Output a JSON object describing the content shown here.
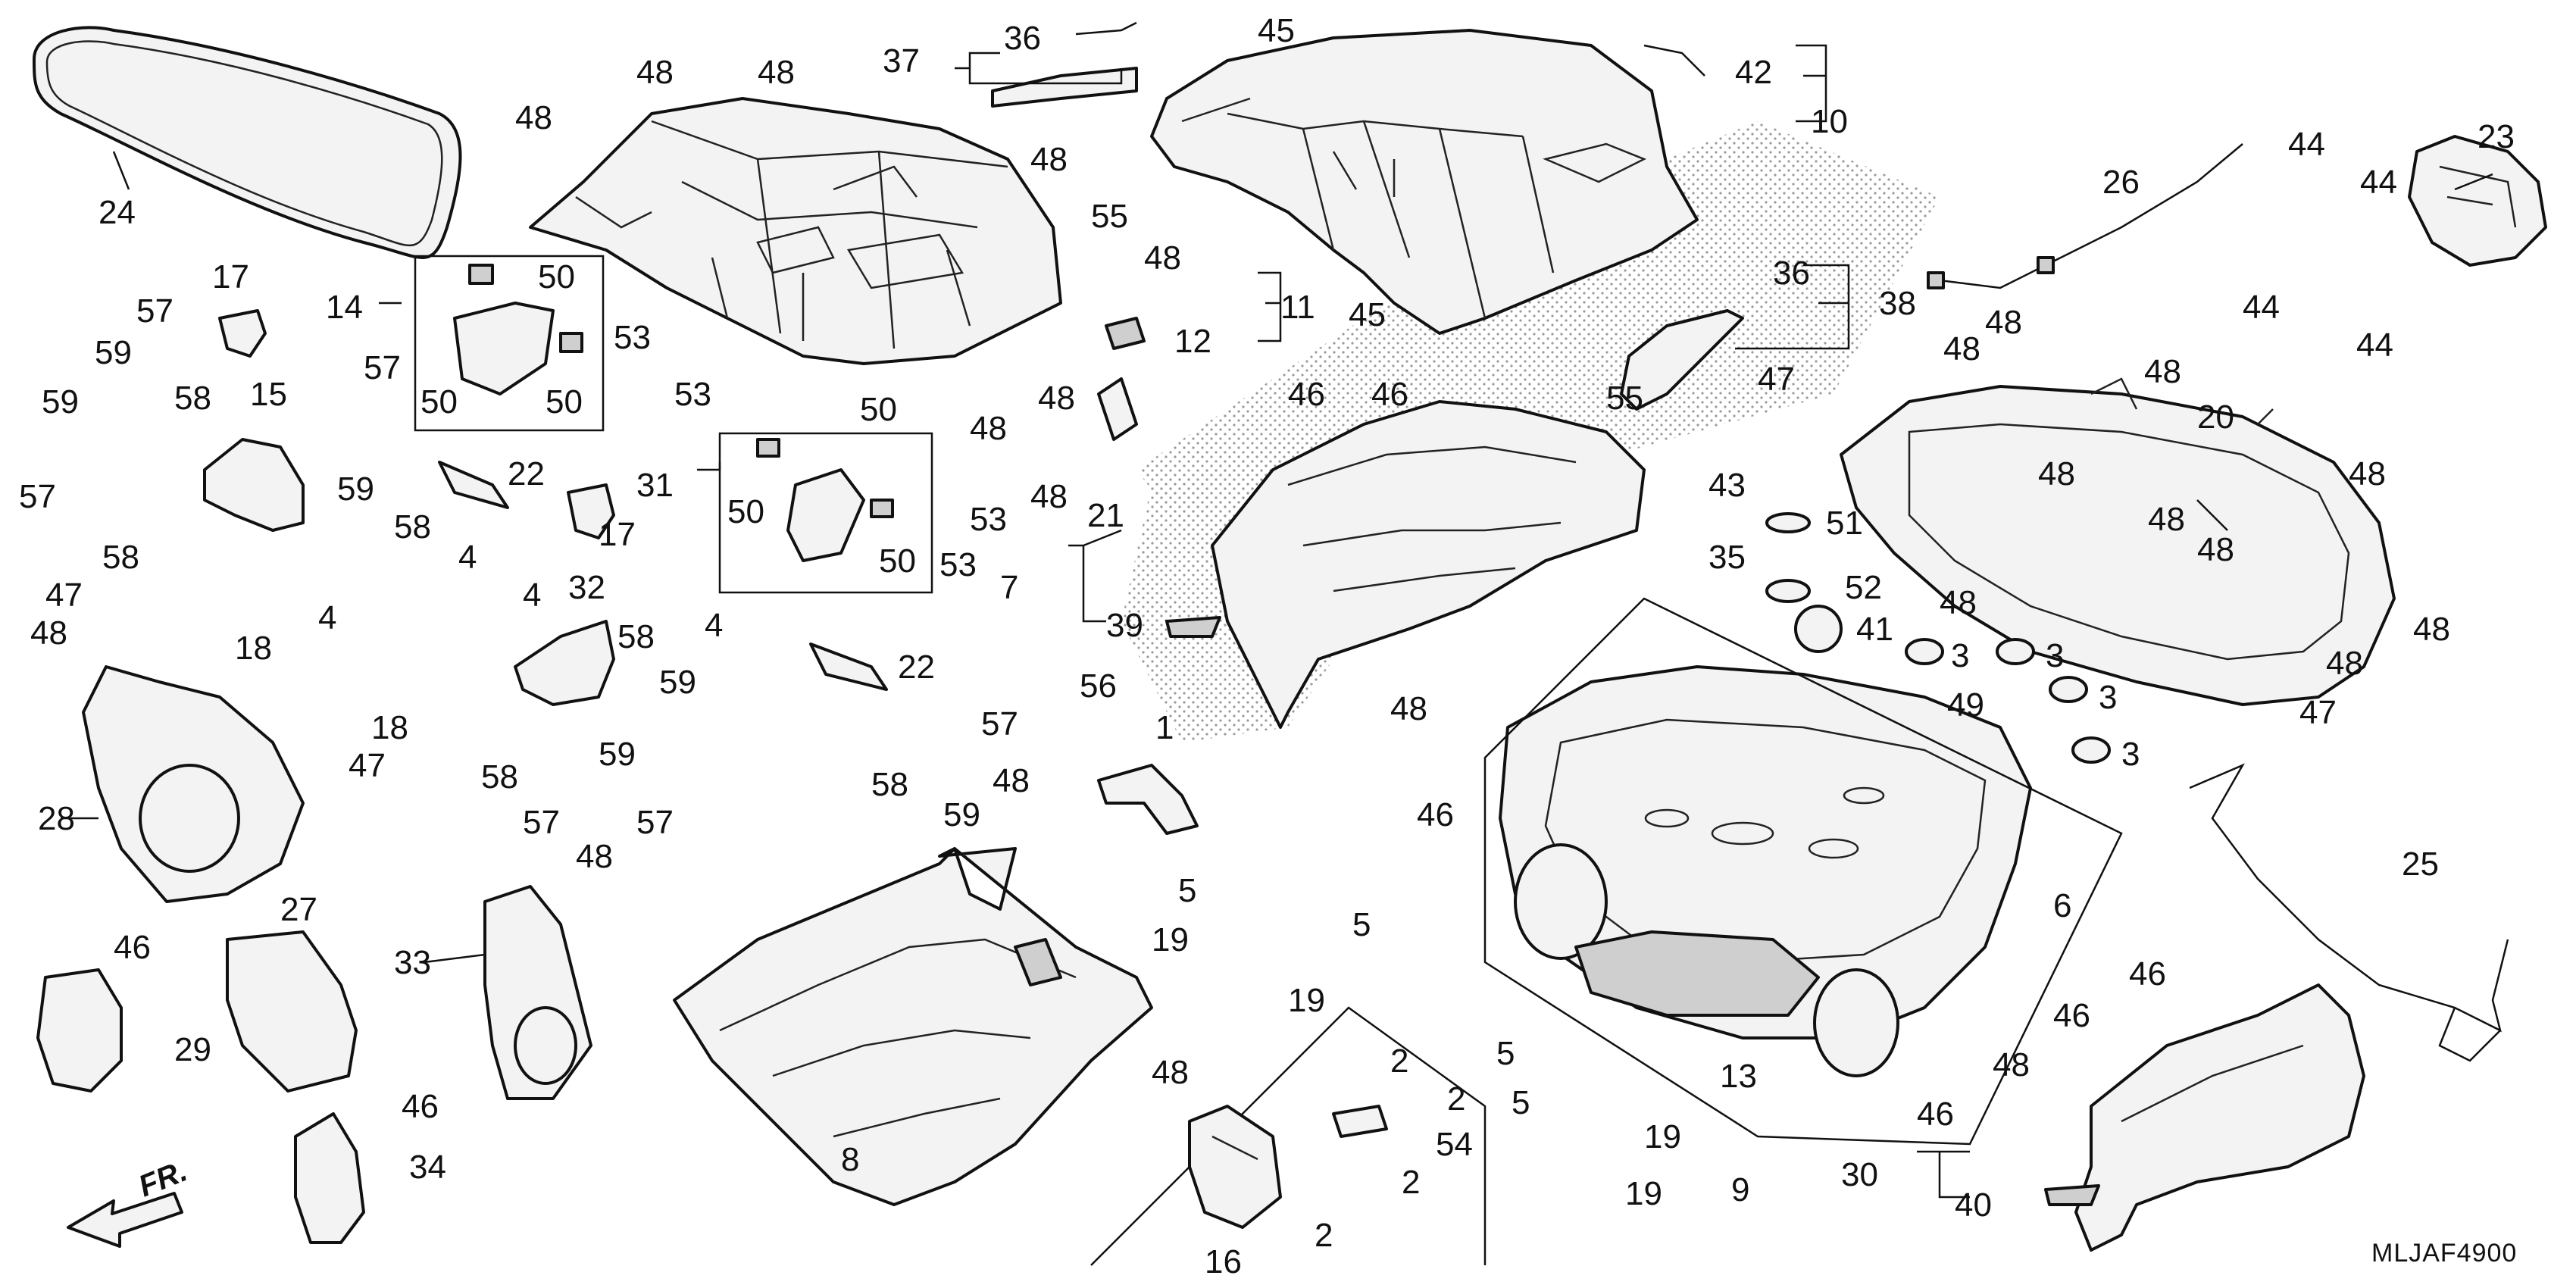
{
  "diagram": {
    "code": "MLJAF4900",
    "front_marker": "FR.",
    "labels": {
      "l1": "1",
      "l2a": "2",
      "l2b": "2",
      "l2c": "2",
      "l2d": "2",
      "l3a": "3",
      "l3b": "3",
      "l3c": "3",
      "l3d": "3",
      "l4a": "4",
      "l4b": "4",
      "l4c": "4",
      "l4d": "4",
      "l5a": "5",
      "l5b": "5",
      "l5c": "5",
      "l5d": "5",
      "l6": "6",
      "l7": "7",
      "l8": "8",
      "l9": "9",
      "l10": "10",
      "l11": "11",
      "l12": "12",
      "l13": "13",
      "l14": "14",
      "l15": "15",
      "l16": "16",
      "l17a": "17",
      "l17b": "17",
      "l18a": "18",
      "l18b": "18",
      "l19a": "19",
      "l19b": "19",
      "l19c": "19",
      "l19d": "19",
      "l20": "20",
      "l21": "21",
      "l22a": "22",
      "l22b": "22",
      "l23": "23",
      "l24": "24",
      "l25": "25",
      "l26": "26",
      "l27": "27",
      "l28": "28",
      "l29": "29",
      "l30": "30",
      "l31": "31",
      "l32": "32",
      "l33": "33",
      "l34": "34",
      "l35": "35",
      "l36a": "36",
      "l36b": "36",
      "l37": "37",
      "l38": "38",
      "l39": "39",
      "l40": "40",
      "l41": "41",
      "l42": "42",
      "l43": "43",
      "l44a": "44",
      "l44b": "44",
      "l44c": "44",
      "l44d": "44",
      "l45a": "45",
      "l45b": "45",
      "l46a": "46",
      "l46b": "46",
      "l46c": "46",
      "l46d": "46",
      "l46e": "46",
      "l46f": "46",
      "l46g": "46",
      "l46h": "46",
      "l47a": "47",
      "l47b": "47",
      "l47c": "47",
      "l47d": "47",
      "l48a": "48",
      "l48b": "48",
      "l48c": "48",
      "l48d": "48",
      "l48e": "48",
      "l48f": "48",
      "l48g": "48",
      "l48h": "48",
      "l48i": "48",
      "l48j": "48",
      "l48k": "48",
      "l48l": "48",
      "l48m": "48",
      "l48n": "48",
      "l48o": "48",
      "l48p": "48",
      "l48q": "48",
      "l48r": "48",
      "l48s": "48",
      "l48t": "48",
      "l48u": "48",
      "l49": "49",
      "l50a": "50",
      "l50b": "50",
      "l50c": "50",
      "l50d": "50",
      "l50e": "50",
      "l50f": "50",
      "l51": "51",
      "l52": "52",
      "l53a": "53",
      "l53b": "53",
      "l53c": "53",
      "l53d": "53",
      "l54": "54",
      "l55a": "55",
      "l55b": "55",
      "l56": "56",
      "l57a": "57",
      "l57b": "57",
      "l57c": "57",
      "l57d": "57",
      "l57e": "57",
      "l58a": "58",
      "l58b": "58",
      "l58c": "58",
      "l58d": "58",
      "l58e": "58",
      "l58f": "58",
      "l59a": "59",
      "l59b": "59",
      "l59c": "59",
      "l59d": "59",
      "l59e": "59"
    }
  }
}
